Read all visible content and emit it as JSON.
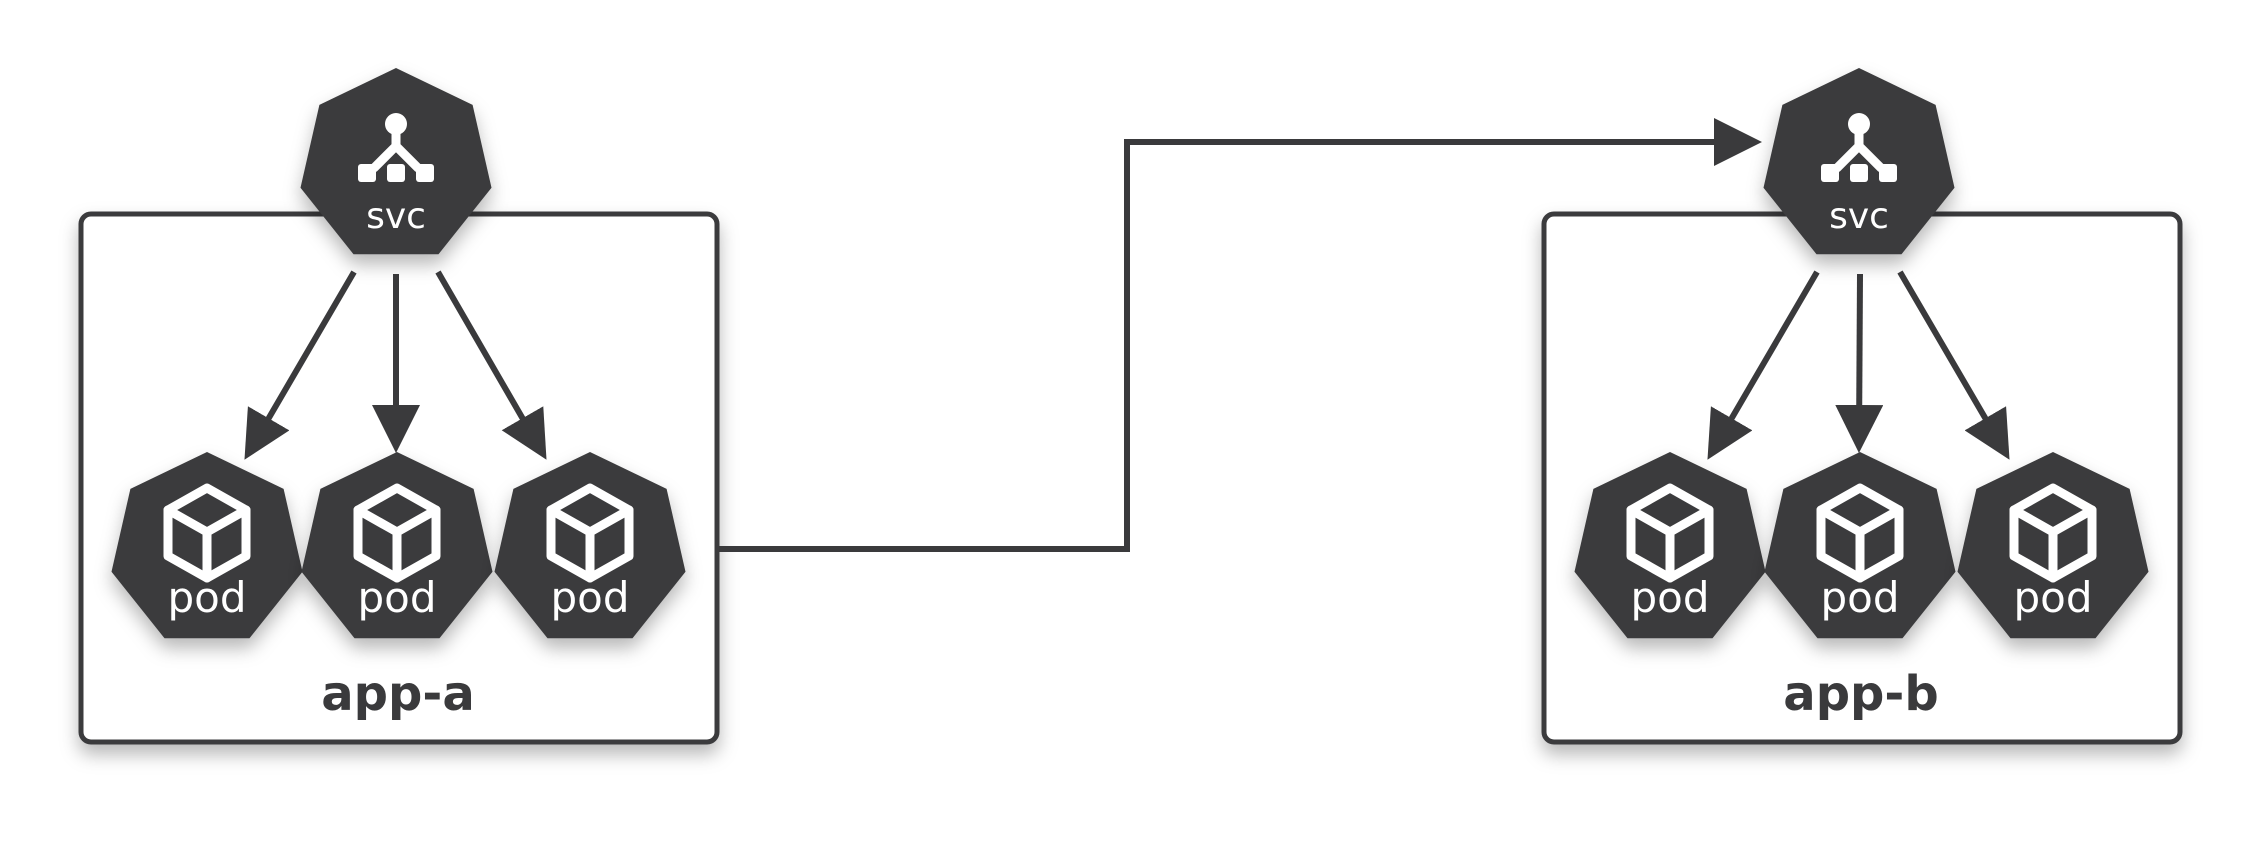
{
  "colors": {
    "icon": "#3a3a3c",
    "line": "#3a3a3c",
    "icon_text": "#ffffff"
  },
  "nodes": {
    "app_a": {
      "label": "app-a",
      "service": {
        "label": "svc",
        "icon": "service-icon"
      },
      "pods": [
        {
          "label": "pod",
          "icon": "cube-icon"
        },
        {
          "label": "pod",
          "icon": "cube-icon"
        },
        {
          "label": "pod",
          "icon": "cube-icon"
        }
      ]
    },
    "app_b": {
      "label": "app-b",
      "service": {
        "label": "svc",
        "icon": "service-icon"
      },
      "pods": [
        {
          "label": "pod",
          "icon": "cube-icon"
        },
        {
          "label": "pod",
          "icon": "cube-icon"
        },
        {
          "label": "pod",
          "icon": "cube-icon"
        }
      ]
    }
  },
  "edges": [
    {
      "from": "app-a svc",
      "to": "app-a pod 1"
    },
    {
      "from": "app-a svc",
      "to": "app-a pod 2"
    },
    {
      "from": "app-a svc",
      "to": "app-a pod 3"
    },
    {
      "from": "app-a",
      "to": "app-b svc"
    },
    {
      "from": "app-b svc",
      "to": "app-b pod 1"
    },
    {
      "from": "app-b svc",
      "to": "app-b pod 2"
    },
    {
      "from": "app-b svc",
      "to": "app-b pod 3"
    }
  ]
}
